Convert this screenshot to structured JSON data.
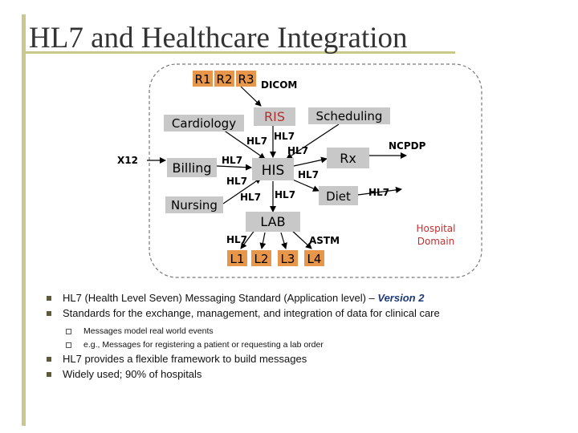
{
  "title": "HL7 and Healthcare Integration",
  "diagram": {
    "boxes": {
      "r1": "R1",
      "r2": "R2",
      "r3": "R3",
      "cardiology": "Cardiology",
      "ris": "RIS",
      "scheduling": "Scheduling",
      "billing": "Billing",
      "his": "HIS",
      "rx": "Rx",
      "nursing": "Nursing",
      "diet": "Diet",
      "lab": "LAB",
      "l1": "L1",
      "l2": "L2",
      "l3": "L3",
      "l4": "L4"
    },
    "labels": {
      "dicom": "DICOM",
      "x12": "X12",
      "ncpdp": "NCPDP",
      "astm": "ASTM",
      "hl7": "HL7",
      "hospital": "Hospital",
      "domain": "Domain"
    }
  },
  "bullets": {
    "b1_text": "HL7 (Health Level Seven) Messaging Standard (Application level) – ",
    "b1_version": "Version 2",
    "b2": "Standards for the exchange, management, and integration of data for clinical care",
    "b2_sub1": "Messages model real world events",
    "b2_sub2": "e.g., Messages for registering a patient or requesting a lab order",
    "b3": "HL7 provides a flexible framework to build messages",
    "b4": "Widely used; 90% of hospitals"
  },
  "colors": {
    "accent_bar": "#c9c98a",
    "orange_box": "#e8964a",
    "gray_box": "#c8c8c8",
    "version_text": "#1e3a78"
  }
}
